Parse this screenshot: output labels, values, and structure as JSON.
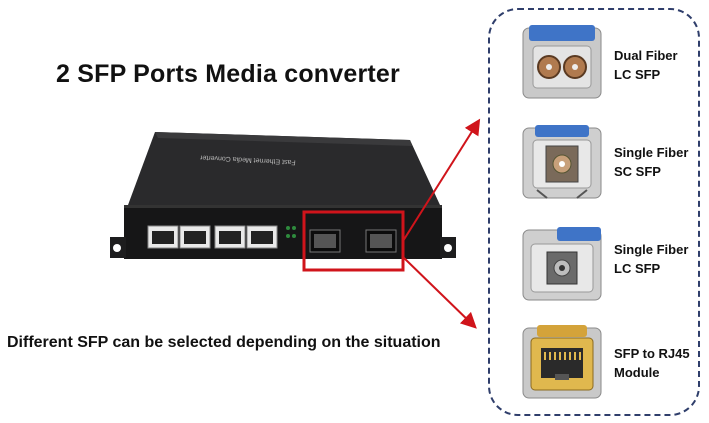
{
  "title": "2 SFP Ports Media converter",
  "caption": "Different SFP can be selected depending on the situation",
  "device": {
    "top_label": "Fast Ethernet Media Converter",
    "rj45_port_count": 4,
    "sfp_port_count": 2
  },
  "highlight_color": "#d0141b",
  "modules": [
    {
      "line1": "Dual Fiber",
      "line2": "LC SFP",
      "icon": "dual-fiber-lc-sfp-icon"
    },
    {
      "line1": "Single Fiber",
      "line2": "SC SFP",
      "icon": "single-fiber-sc-sfp-icon"
    },
    {
      "line1": "Single Fiber",
      "line2": "LC SFP",
      "icon": "single-fiber-lc-sfp-icon"
    },
    {
      "line1": "SFP to RJ45",
      "line2": "Module",
      "icon": "sfp-to-rj45-module-icon"
    }
  ]
}
